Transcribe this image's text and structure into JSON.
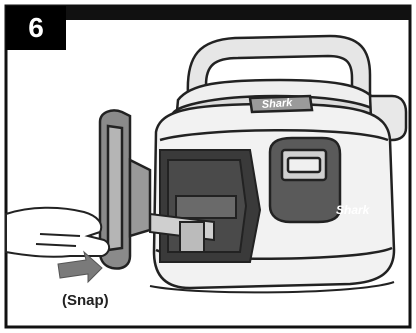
{
  "step": {
    "number": "6"
  },
  "illustration": {
    "brand_top": "Shark",
    "brand_side": "Shark",
    "arrow_direction": "right",
    "caption": "(Snap)"
  }
}
